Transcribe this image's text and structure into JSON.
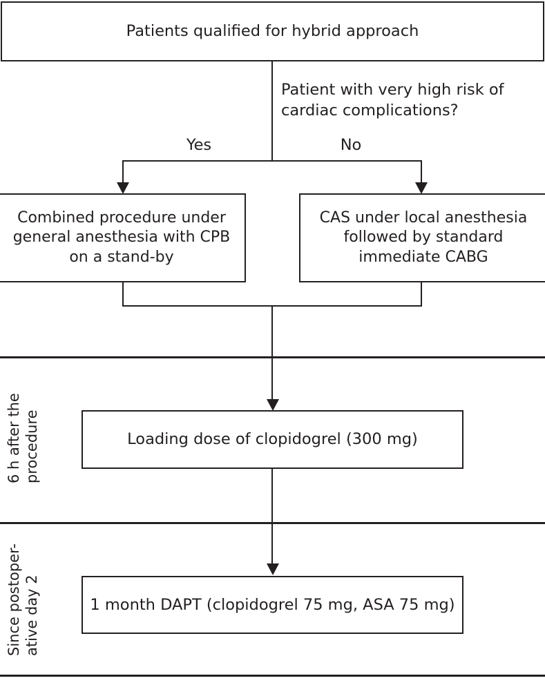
{
  "diagram": {
    "title": "Hybrid approach treatment algorithm flowchart",
    "colors": {
      "line": "#231f20",
      "text": "#231f20",
      "background": "#ffffff"
    }
  },
  "nodes": {
    "top": "Patients qualified for hybrid approach",
    "decision": "Patient with very high risk of\ncardiac complications?",
    "branch_yes_label": "Yes",
    "branch_no_label": "No",
    "left": "Combined procedure under\ngeneral anesthesia with CPB\non a stand-by",
    "right": "CAS under local anesthesia\nfollowed by standard\nimmediate CABG",
    "loading": "Loading dose of clopidogrel (300 mg)",
    "dapt": "1 month DAPT (clopidogrel 75 mg, ASA 75 mg)"
  },
  "side_labels": {
    "six_hours": "6 h after the\nprocedure",
    "day_two": "Since postoper-\native day 2"
  }
}
